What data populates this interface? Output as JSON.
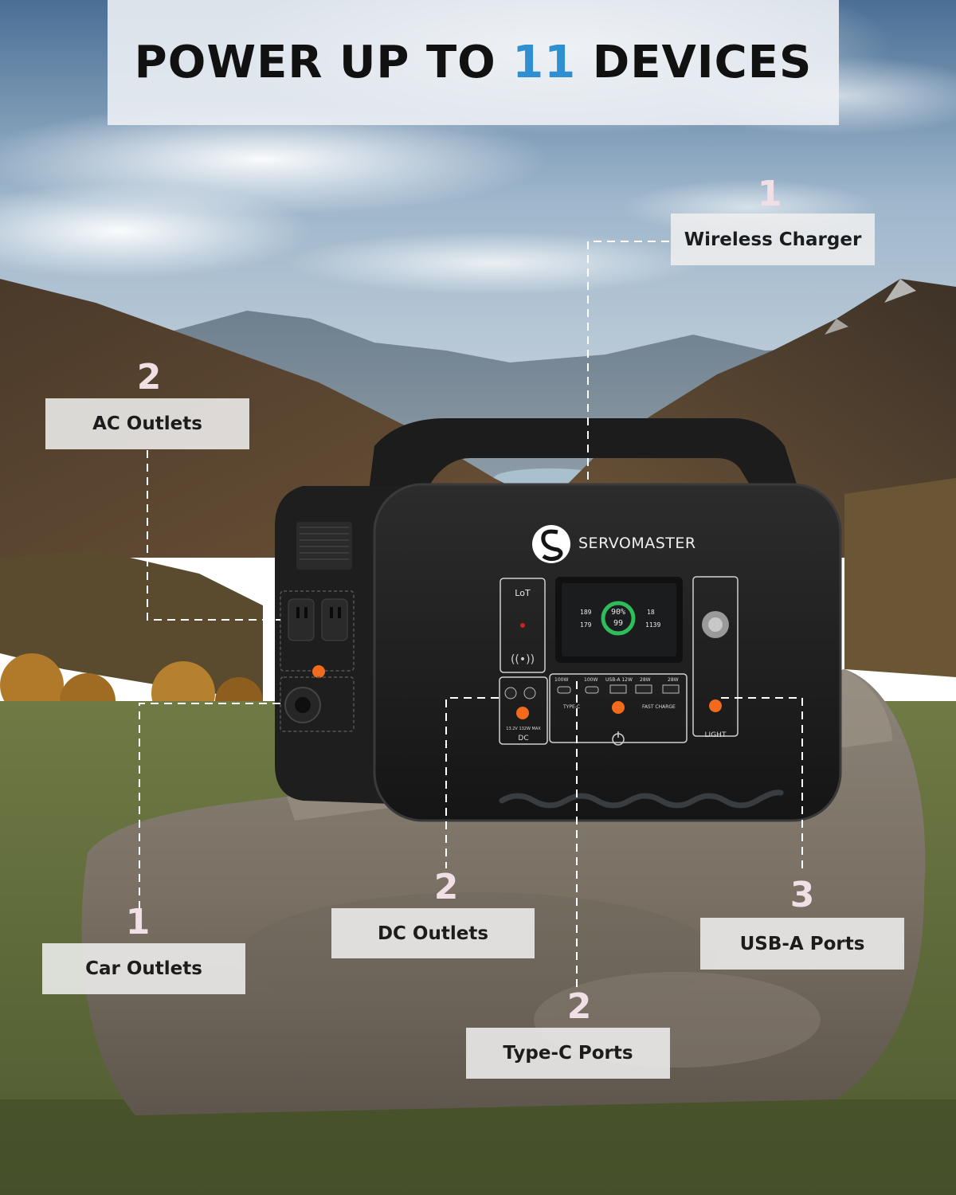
{
  "headline": {
    "prefix": "POWER UP TO ",
    "number": "11",
    "suffix": " DEVICES"
  },
  "product": {
    "brand": "SERVOMASTER",
    "panel": {
      "iot_label": "LoT",
      "display_percent": "90%",
      "display_left_top": "189",
      "display_left_bottom": "179",
      "display_center": "99",
      "display_right": "18",
      "display_right_bottom": "1139",
      "usb_c_1": "100W",
      "usb_c_2": "100W",
      "usb_a_label": "USB-A 12W",
      "usb_a_2": "28W",
      "usb_a_3": "28W",
      "type_c_label": "TYPE-C",
      "fast_charge_label": "FAST CHARGE",
      "dc_spec": "13.2V 132W MAX",
      "dc_label": "DC",
      "light_label": "LIGHT"
    }
  },
  "callouts": [
    {
      "id": "wireless",
      "count": "1",
      "label": "Wireless Charger"
    },
    {
      "id": "ac",
      "count": "2",
      "label": "AC Outlets"
    },
    {
      "id": "car",
      "count": "1",
      "label": "Car Outlets"
    },
    {
      "id": "dc",
      "count": "2",
      "label": "DC Outlets"
    },
    {
      "id": "usba",
      "count": "3",
      "label": "USB-A Ports"
    },
    {
      "id": "typec",
      "count": "2",
      "label": "Type-C Ports"
    }
  ],
  "colors": {
    "accent": "#2f8fd0",
    "count_color": "#f1dfe6",
    "label_bg": "#eeeeee",
    "port_orange": "#f26a1b"
  }
}
